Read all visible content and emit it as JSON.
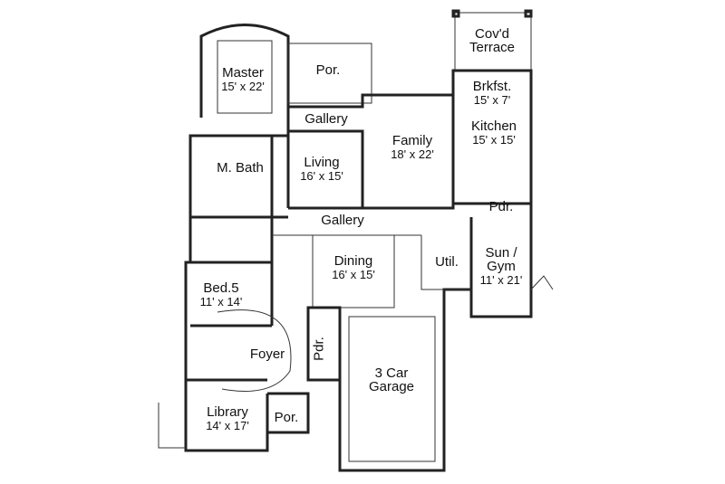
{
  "rooms": [
    {
      "name": "Cov'd",
      "name2": "Terrace",
      "dims": ""
    },
    {
      "name": "Master",
      "dims": "15' x 22'"
    },
    {
      "name": "Por.",
      "dims": ""
    },
    {
      "name": "Brkfst.",
      "dims": "15' x 7'"
    },
    {
      "name": "Gallery",
      "dims": ""
    },
    {
      "name": "Kitchen",
      "dims": "15' x 15'"
    },
    {
      "name": "Family",
      "dims": "18' x 22'"
    },
    {
      "name": "Living",
      "dims": "16' x 15'"
    },
    {
      "name": "M. Bath",
      "dims": ""
    },
    {
      "name": "Pdr.",
      "dims": ""
    },
    {
      "name": "Gallery",
      "dims": ""
    },
    {
      "name": "Dining",
      "dims": "16' x 15'"
    },
    {
      "name": "Util.",
      "dims": ""
    },
    {
      "name": "Sun /",
      "name2": "Gym",
      "dims": "11' x 21'"
    },
    {
      "name": "Bed.5",
      "dims": "11' x 14'"
    },
    {
      "name": "Foyer",
      "dims": ""
    },
    {
      "name": "Pdr.",
      "dims": ""
    },
    {
      "name": "3 Car",
      "name2": "Garage",
      "dims": ""
    },
    {
      "name": "Library",
      "dims": "14' x 17'"
    },
    {
      "name": "Por.",
      "dims": ""
    }
  ]
}
